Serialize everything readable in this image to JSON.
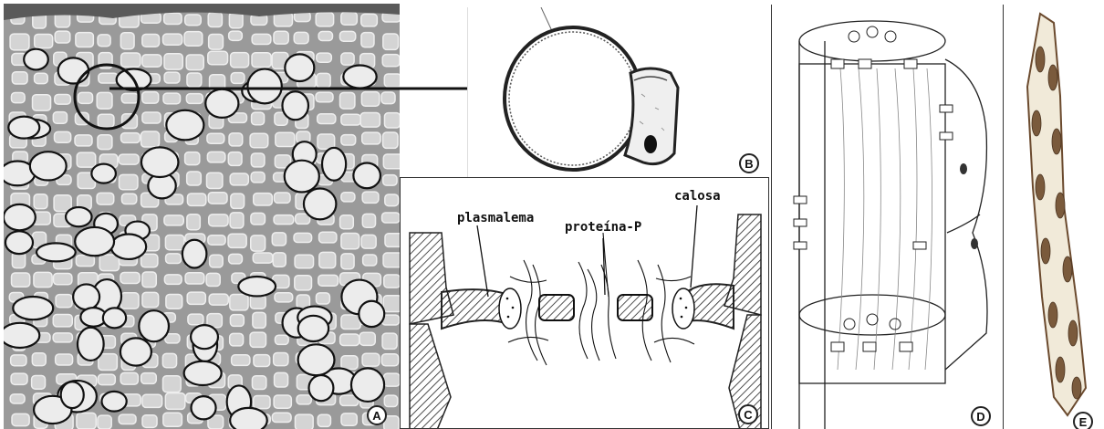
{
  "panels": {
    "a": {
      "letter": "A"
    },
    "b": {
      "letter": "B"
    },
    "c": {
      "letter": "C",
      "labels": {
        "plasmalemma": "plasmalema",
        "protein": "proteína-P",
        "callose": "calosa"
      }
    },
    "d": {
      "letter": "D"
    },
    "e": {
      "letter": "E"
    }
  },
  "colors": {
    "ink": "#1a1a1a",
    "micrograph_bg": "#9a9a9a",
    "cell_wall": "#e8e8e8",
    "plastid": "#7a5a3c",
    "cytoplasm": "#f1ead9"
  }
}
